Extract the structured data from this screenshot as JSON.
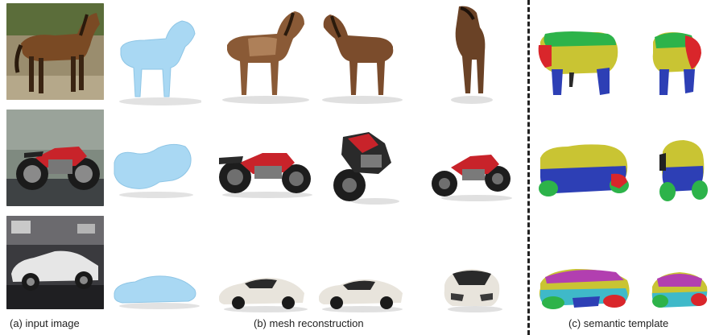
{
  "figure": {
    "captions": {
      "input": "(a) input image",
      "mesh": "(b) mesh reconstruction",
      "semantic": "(c) semantic template"
    },
    "rows": [
      {
        "object": "horse"
      },
      {
        "object": "motorcycle"
      },
      {
        "object": "car"
      }
    ],
    "colors": {
      "untextured_mesh": "#a9d8f3",
      "semantic_green": "#2db34a",
      "semantic_yellow": "#c9c433",
      "semantic_red": "#d9262b",
      "semantic_blue": "#2d3fb5",
      "semantic_magenta": "#b23fb0",
      "semantic_cyan": "#3fb9c9"
    }
  }
}
